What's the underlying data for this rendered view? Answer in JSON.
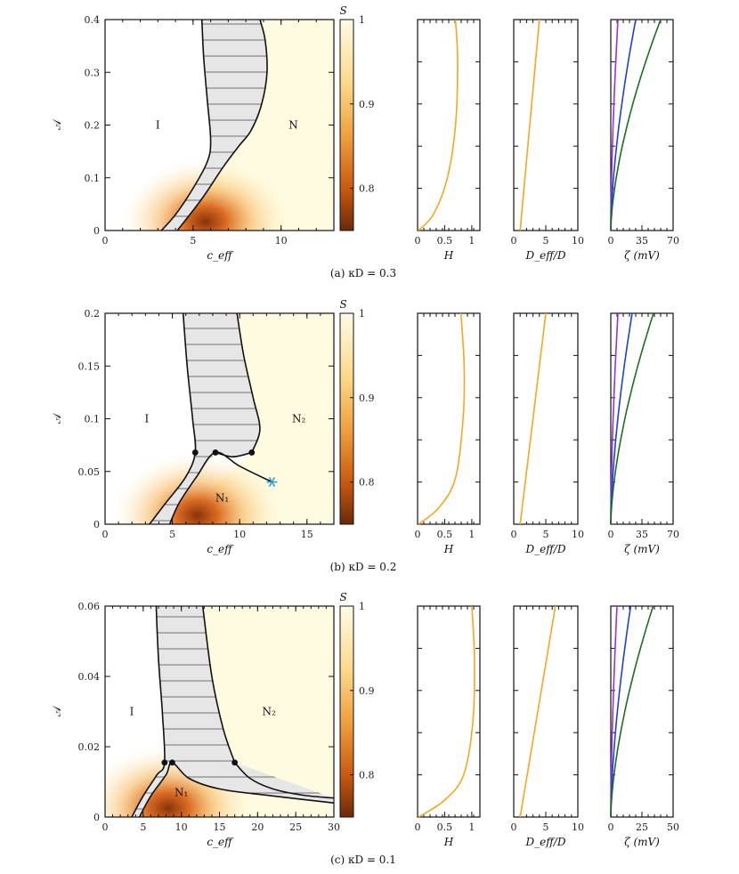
{
  "chart_data": [
    {
      "id": "a",
      "type": "phase-diagram",
      "caption": "(a) κD = 0.3",
      "xlabel": "c_eff",
      "ylabel": "𝒜",
      "xlim": [
        0,
        13
      ],
      "ylim": [
        0,
        0.4
      ],
      "xticks": [
        "0",
        "5",
        "10"
      ],
      "yticks": [
        "0",
        "0.1",
        "0.2",
        "0.3",
        "0.4"
      ],
      "xtick_values": [
        0,
        5,
        10
      ],
      "ytick_values": [
        0,
        0.1,
        0.2,
        0.3,
        0.4
      ],
      "regions": [
        {
          "label": "I",
          "x": 3,
          "y": 0.2
        },
        {
          "label": "N",
          "x": 10.7,
          "y": 0.2
        }
      ],
      "coexistence_left": [
        [
          3.2,
          0
        ],
        [
          4.0,
          0.03
        ],
        [
          5.0,
          0.08
        ],
        [
          5.8,
          0.13
        ],
        [
          6.0,
          0.17
        ],
        [
          5.8,
          0.25
        ],
        [
          5.6,
          0.33
        ],
        [
          5.5,
          0.4
        ]
      ],
      "coexistence_right": [
        [
          4.1,
          0
        ],
        [
          5.5,
          0.06
        ],
        [
          6.7,
          0.12
        ],
        [
          7.6,
          0.16
        ],
        [
          8.3,
          0.19
        ],
        [
          8.9,
          0.24
        ],
        [
          9.2,
          0.3
        ],
        [
          9.1,
          0.36
        ],
        [
          8.8,
          0.4
        ]
      ],
      "critical_points": [],
      "star": null,
      "ordered_peak": [
        4.3,
        0.0
      ],
      "colorbar": {
        "label": "S",
        "ticks": [
          "0.8",
          "0.9",
          "1"
        ],
        "tick_values": [
          0.8,
          0.9,
          1.0
        ],
        "min": 0.75,
        "max": 1.0
      },
      "side_panels": [
        {
          "xlabel": "H",
          "xticks": [
            "0",
            "0.5",
            "1"
          ],
          "tick_values": [
            0,
            0.5,
            1
          ],
          "xlim": [
            0,
            1.15
          ],
          "color": "#f5a623",
          "curves": [
            [
              [
                0.02,
                0
              ],
              [
                0.3,
                0.08
              ],
              [
                0.55,
                0.25
              ],
              [
                0.7,
                0.5
              ],
              [
                0.74,
                0.8
              ],
              [
                0.7,
                1
              ]
            ]
          ]
        },
        {
          "xlabel": "D_eff/D",
          "xticks": [
            "0",
            "5",
            "10"
          ],
          "tick_values": [
            0,
            5,
            10
          ],
          "xlim": [
            0,
            10
          ],
          "color": "#f5a623",
          "curves": [
            [
              [
                1,
                0
              ],
              [
                4,
                1
              ]
            ]
          ]
        },
        {
          "xlabel": "ζ (mV)",
          "xticks": [
            "0",
            "35",
            "70"
          ],
          "tick_values": [
            0,
            35,
            70
          ],
          "xlim": [
            0,
            70
          ],
          "colors": [
            "#9b30d9",
            "#1f3fd9",
            "#1d6e1d"
          ],
          "curves": [
            [
              [
                0,
                0
              ],
              [
                8,
                1
              ]
            ],
            [
              [
                0,
                0
              ],
              [
                28,
                1
              ]
            ],
            [
              [
                0,
                0
              ],
              [
                56,
                1
              ]
            ]
          ]
        }
      ]
    },
    {
      "id": "b",
      "type": "phase-diagram",
      "caption": "(b) κD = 0.2",
      "xlabel": "c_eff",
      "ylabel": "𝒜",
      "xlim": [
        0,
        17
      ],
      "ylim": [
        0,
        0.2
      ],
      "xticks": [
        "0",
        "5",
        "10",
        "15"
      ],
      "yticks": [
        "0",
        "0.05",
        "0.1",
        "0.15",
        "0.2"
      ],
      "xtick_values": [
        0,
        5,
        10,
        15
      ],
      "ytick_values": [
        0,
        0.05,
        0.1,
        0.15,
        0.2
      ],
      "regions": [
        {
          "label": "I",
          "x": 3.1,
          "y": 0.1
        },
        {
          "label": "N₂",
          "x": 14.4,
          "y": 0.1
        },
        {
          "label": "N₁",
          "x": 8.7,
          "y": 0.025
        }
      ],
      "coexistence_left": [
        [
          3.3,
          0
        ],
        [
          4.5,
          0.02
        ],
        [
          6.0,
          0.045
        ],
        [
          6.7,
          0.068
        ],
        [
          6.5,
          0.1
        ],
        [
          6.1,
          0.15
        ],
        [
          5.8,
          0.2
        ]
      ],
      "coexistence_right": [
        [
          10.9,
          0.068
        ],
        [
          11.5,
          0.09
        ],
        [
          11.0,
          0.12
        ],
        [
          10.3,
          0.16
        ],
        [
          9.8,
          0.2
        ]
      ],
      "n1_boundary": [
        [
          4.8,
          0
        ],
        [
          5.5,
          0.02
        ],
        [
          6.8,
          0.045
        ],
        [
          8.2,
          0.068
        ],
        [
          10.0,
          0.055
        ],
        [
          12.4,
          0.04
        ]
      ],
      "inner_lower": [
        [
          8.2,
          0.068
        ],
        [
          9.5,
          0.064
        ],
        [
          10.9,
          0.068
        ]
      ],
      "critical_points": [
        [
          6.7,
          0.068
        ],
        [
          8.2,
          0.068
        ],
        [
          10.9,
          0.068
        ]
      ],
      "star": [
        12.4,
        0.04
      ],
      "ordered_peak": [
        5.0,
        0.0
      ],
      "colorbar": {
        "label": "S",
        "ticks": [
          "0.8",
          "0.9",
          "1"
        ],
        "tick_values": [
          0.8,
          0.9,
          1.0
        ],
        "min": 0.75,
        "max": 1.0
      },
      "side_panels": [
        {
          "xlabel": "H",
          "xticks": [
            "0",
            "0.5",
            "1"
          ],
          "tick_values": [
            0,
            0.5,
            1
          ],
          "xlim": [
            0,
            1.15
          ],
          "color": "#f5a623",
          "curves": [
            [
              [
                0.02,
                0
              ],
              [
                0.4,
                0.08
              ],
              [
                0.7,
                0.22
              ],
              [
                0.84,
                0.5
              ],
              [
                0.86,
                0.75
              ],
              [
                0.8,
                1
              ]
            ]
          ]
        },
        {
          "xlabel": "D_eff/D",
          "xticks": [
            "0",
            "5",
            "10"
          ],
          "tick_values": [
            0,
            5,
            10
          ],
          "xlim": [
            0,
            10
          ],
          "color": "#f5a623",
          "curves": [
            [
              [
                1,
                0
              ],
              [
                5,
                1
              ]
            ]
          ]
        },
        {
          "xlabel": "ζ (mV)",
          "xticks": [
            "0",
            "35",
            "70"
          ],
          "tick_values": [
            0,
            35,
            70
          ],
          "xlim": [
            0,
            70
          ],
          "colors": [
            "#9b30d9",
            "#1f3fd9",
            "#1d6e1d"
          ],
          "curves": [
            [
              [
                0,
                0
              ],
              [
                8,
                1
              ]
            ],
            [
              [
                0,
                0
              ],
              [
                24,
                1
              ]
            ],
            [
              [
                0,
                0
              ],
              [
                48,
                1
              ]
            ]
          ]
        }
      ]
    },
    {
      "id": "c",
      "type": "phase-diagram",
      "caption": "(c) κD = 0.1",
      "xlabel": "c_eff",
      "ylabel": "𝒜",
      "xlim": [
        0,
        30
      ],
      "ylim": [
        0,
        0.06
      ],
      "xticks": [
        "0",
        "5",
        "10",
        "15",
        "20",
        "25",
        "30"
      ],
      "yticks": [
        "0",
        "0.02",
        "0.04",
        "0.06"
      ],
      "xtick_values": [
        0,
        5,
        10,
        15,
        20,
        25,
        30
      ],
      "ytick_values": [
        0,
        0.02,
        0.04,
        0.06
      ],
      "regions": [
        {
          "label": "I",
          "x": 3.5,
          "y": 0.03
        },
        {
          "label": "N₂",
          "x": 21.5,
          "y": 0.03
        },
        {
          "label": "N₁",
          "x": 10,
          "y": 0.007
        }
      ],
      "coexistence_left": [
        [
          3.5,
          0
        ],
        [
          5.0,
          0.006
        ],
        [
          6.8,
          0.012
        ],
        [
          7.8,
          0.0155
        ],
        [
          7.5,
          0.03
        ],
        [
          7.0,
          0.045
        ],
        [
          6.7,
          0.06
        ]
      ],
      "coexistence_right": [
        [
          17.0,
          0.0155
        ],
        [
          15.5,
          0.025
        ],
        [
          14.0,
          0.04
        ],
        [
          12.8,
          0.06
        ]
      ],
      "n1_boundary": [
        [
          4.5,
          0
        ],
        [
          6.0,
          0.006
        ],
        [
          8.0,
          0.012
        ],
        [
          8.8,
          0.0155
        ],
        [
          11.0,
          0.011
        ],
        [
          15.0,
          0.008
        ],
        [
          22.0,
          0.006
        ],
        [
          30,
          0.004
        ]
      ],
      "inner_lower": [
        [
          17.0,
          0.0155
        ],
        [
          19.0,
          0.011
        ],
        [
          22.0,
          0.008
        ],
        [
          26.0,
          0.0062
        ],
        [
          30,
          0.0054
        ]
      ],
      "critical_points": [
        [
          7.8,
          0.0155
        ],
        [
          8.8,
          0.0155
        ],
        [
          17.0,
          0.0155
        ]
      ],
      "star": null,
      "ordered_peak": [
        5.0,
        0.0
      ],
      "colorbar": {
        "label": "S",
        "ticks": [
          "0.8",
          "0.9",
          "1"
        ],
        "tick_values": [
          0.8,
          0.9,
          1.0
        ],
        "min": 0.75,
        "max": 1.0
      },
      "side_panels": [
        {
          "xlabel": "H",
          "xticks": [
            "0",
            "0.5",
            "1"
          ],
          "tick_values": [
            0,
            0.5,
            1
          ],
          "xlim": [
            0,
            1.15
          ],
          "color": "#f5a623",
          "curves": [
            [
              [
                0.02,
                0
              ],
              [
                0.5,
                0.08
              ],
              [
                0.85,
                0.2
              ],
              [
                1.02,
                0.45
              ],
              [
                1.05,
                0.75
              ],
              [
                1.0,
                1
              ]
            ]
          ]
        },
        {
          "xlabel": "D_eff/D",
          "xticks": [
            "0",
            "5",
            "10"
          ],
          "tick_values": [
            0,
            5,
            10
          ],
          "xlim": [
            0,
            10
          ],
          "color": "#f5a623",
          "curves": [
            [
              [
                1,
                0
              ],
              [
                6.5,
                1
              ]
            ]
          ]
        },
        {
          "xlabel": "ζ (mV)",
          "xticks": [
            "0",
            "25",
            "50"
          ],
          "tick_values": [
            0,
            25,
            50
          ],
          "xlim": [
            0,
            50
          ],
          "colors": [
            "#9b30d9",
            "#1f3fd9",
            "#1d6e1d"
          ],
          "curves": [
            [
              [
                0,
                0
              ],
              [
                5,
                1
              ]
            ],
            [
              [
                0,
                0
              ],
              [
                16,
                1
              ]
            ],
            [
              [
                0,
                0
              ],
              [
                34,
                1
              ]
            ]
          ]
        }
      ]
    }
  ]
}
